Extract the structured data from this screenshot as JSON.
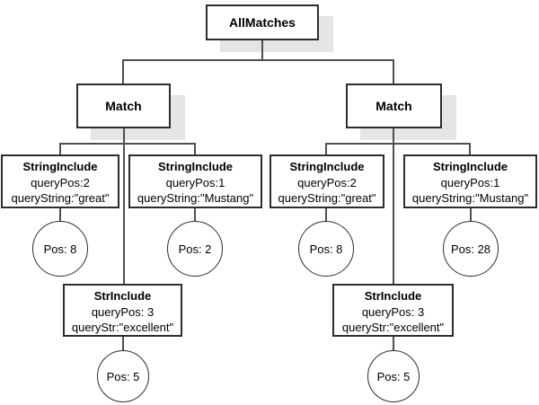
{
  "diagram": {
    "type": "tree",
    "colors": {
      "background": "#ffffff",
      "box_border": "#2d2d2d",
      "connector": "#4f4f4f",
      "shadow": "#e5e5e5"
    },
    "nodes": {
      "root": {
        "label": "AllMatches"
      },
      "match_left": {
        "label": "Match"
      },
      "match_right": {
        "label": "Match"
      },
      "si_ll": {
        "title": "StringInclude",
        "attr1": "queryPos:2",
        "attr2": "queryString:\"great\""
      },
      "si_lm": {
        "title": "StringInclude",
        "attr1": "queryPos:1",
        "attr2": "queryString:\"Mustang\""
      },
      "si_rl": {
        "title": "StringInclude",
        "attr1": "queryPos:2",
        "attr2": "queryString:\"great\""
      },
      "si_rr": {
        "title": "StringInclude",
        "attr1": "queryPos:1",
        "attr2": "queryString:\"Mustang\""
      },
      "str_left": {
        "title": "StrInclude",
        "attr1": "queryPos: 3",
        "attr2": "queryStr:\"excellent\""
      },
      "str_right": {
        "title": "StrInclude",
        "attr1": "queryPos: 3",
        "attr2": "queryStr:\"excellent\""
      },
      "pos_ll": {
        "label": "Pos: 8"
      },
      "pos_lm": {
        "label": "Pos: 2"
      },
      "pos_rl": {
        "label": "Pos: 8"
      },
      "pos_rr": {
        "label": "Pos: 28"
      },
      "pos_lb": {
        "label": "Pos: 5"
      },
      "pos_rb": {
        "label": "Pos: 5"
      }
    }
  }
}
